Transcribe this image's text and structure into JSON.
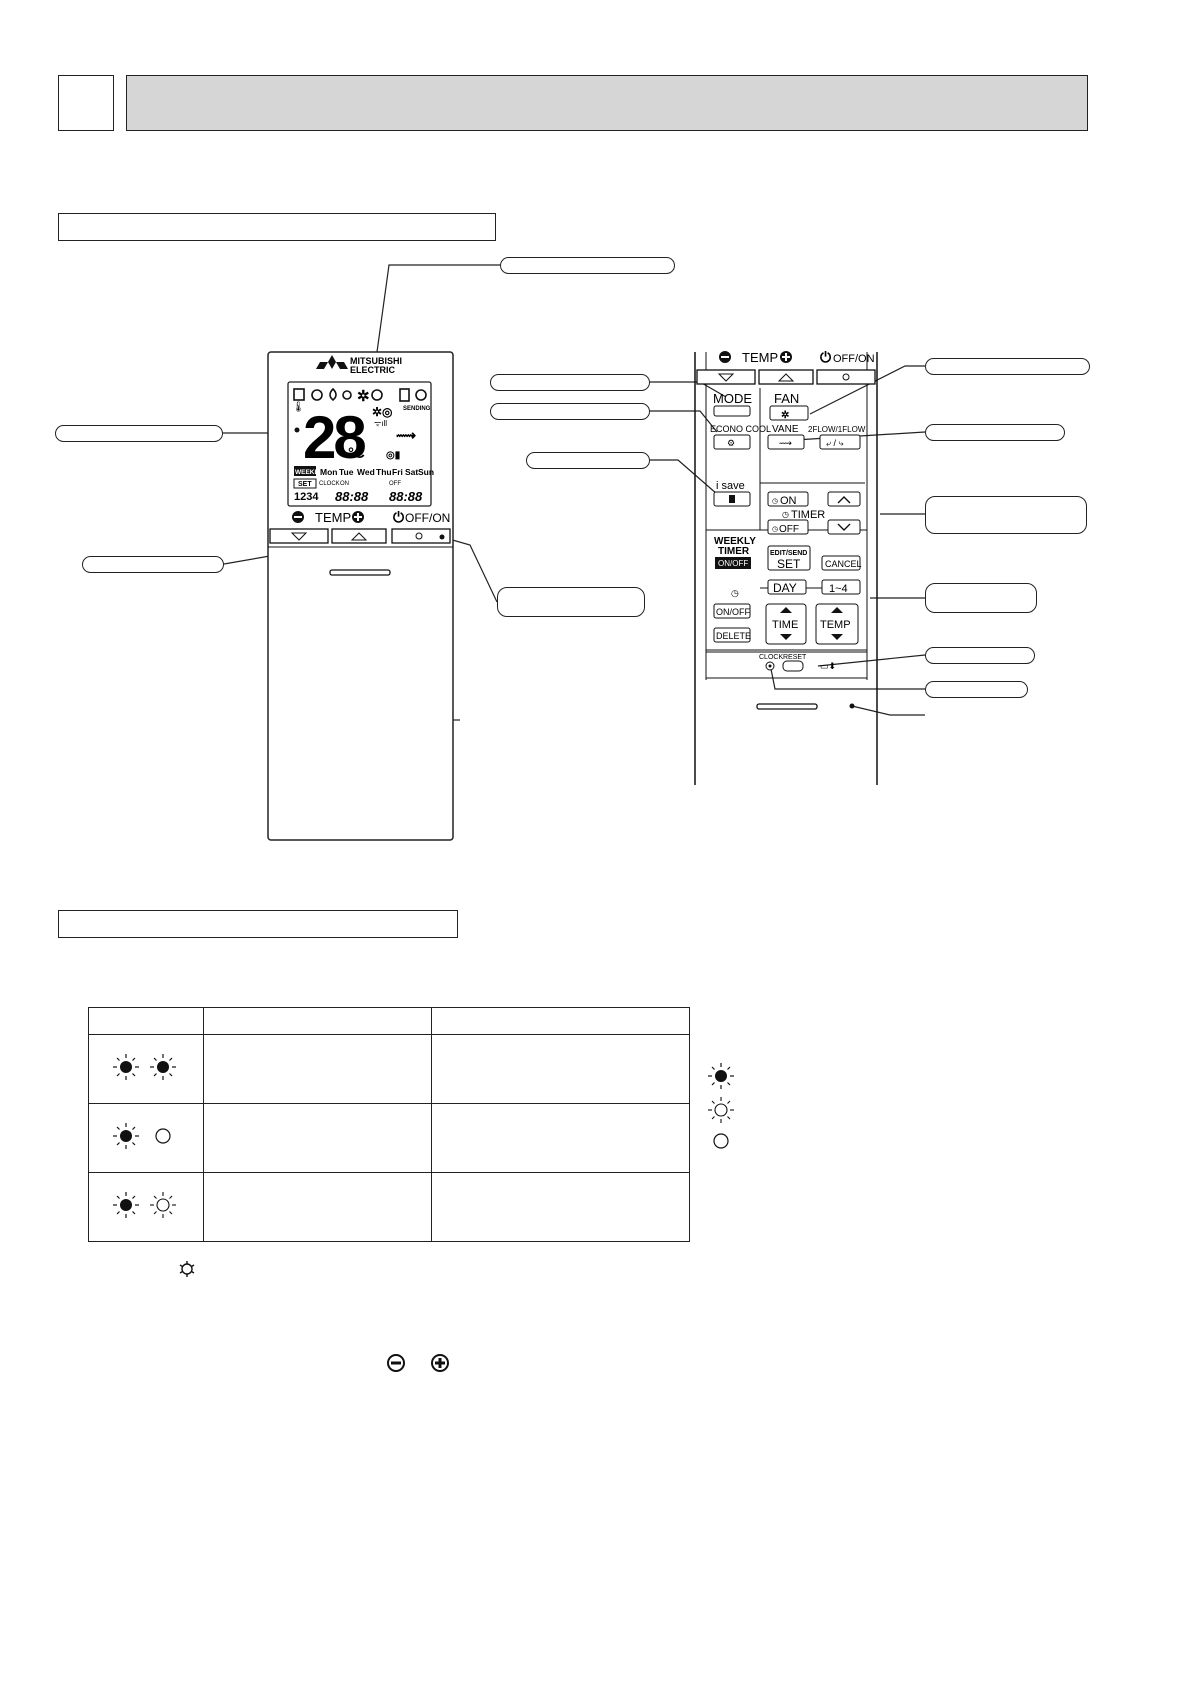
{
  "remote": {
    "brand_line1": "MITSUBISHI",
    "brand_line2": "ELECTRIC",
    "display": {
      "temperature": "28",
      "unit": "°C",
      "sending": "SENDING",
      "weekly_badge": "WEEKLY",
      "set_badge": "SET",
      "days": [
        "Mon",
        "Tue",
        "Wed",
        "Thu",
        "Fri",
        "Sat",
        "Sun"
      ],
      "program_numbers": "1234",
      "clock_label": "CLOCK",
      "on_label": "ON",
      "off_label": "OFF",
      "time_on": "88:88",
      "time_off": "88:88"
    },
    "temp_label": "TEMP",
    "power_label": "OFF/ON",
    "buttons": {
      "mode": "MODE",
      "fan": "FAN",
      "econo_cool": "ECONO COOL",
      "vane": "VANE",
      "flow": "2FLOW/1FLOW",
      "i_save": "i save",
      "timer_on": "ON",
      "timer_off": "OFF",
      "timer": "TIMER",
      "weekly_timer_1": "WEEKLY",
      "weekly_timer_2": "TIMER",
      "weekly_on_off": "ON/OFF",
      "edit_send": "EDIT/SEND",
      "set": "SET",
      "cancel": "CANCEL",
      "day": "DAY",
      "one_to_four": "1~4",
      "on_off": "ON/OFF",
      "delete": "DELETE",
      "time": "TIME",
      "temp": "TEMP",
      "clock": "CLOCK",
      "reset": "RESET"
    }
  },
  "colors": {
    "header_fill": "#d6d6d6",
    "line": "#222222"
  },
  "icons": {
    "lamp_lighted": "lamp-lighted-icon",
    "lamp_blinking": "lamp-blinking-icon",
    "lamp_off": "lamp-off-icon",
    "minus": "minus-circle-icon",
    "plus": "plus-circle-icon",
    "econo": "econo-cool-icon"
  }
}
